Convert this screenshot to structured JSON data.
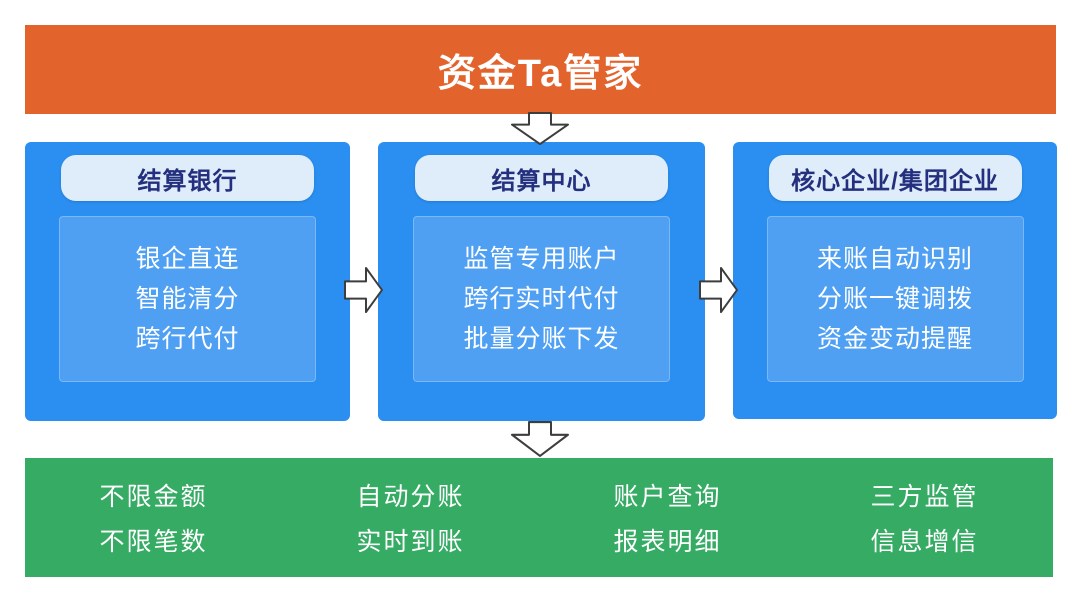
{
  "header": {
    "title": "资金Ta管家"
  },
  "flow": {
    "boxes": [
      {
        "name": "结算银行",
        "items": [
          "银企直连",
          "智能清分",
          "跨行代付"
        ]
      },
      {
        "name": "结算中心",
        "items": [
          "监管专用账户",
          "跨行实时代付",
          "批量分账下发"
        ]
      },
      {
        "name": "核心企业/集团企业",
        "items": [
          "来账自动识别",
          "分账一键调拨",
          "资金变动提醒"
        ]
      }
    ]
  },
  "footer": {
    "features": [
      {
        "top": "不限金额",
        "bottom": "不限笔数"
      },
      {
        "top": "自动分账",
        "bottom": "实时到账"
      },
      {
        "top": "账户查询",
        "bottom": "报表明细"
      },
      {
        "top": "三方监管",
        "bottom": "信息增信"
      }
    ]
  },
  "colors": {
    "header_bg": "#E3632C",
    "box_bg": "#2A8FF0",
    "panel_bg": "#4FA0F3",
    "pill_bg": "#DFEDFB",
    "pill_text": "#24307E",
    "footer_bg": "#35AB64",
    "arrow_fill": "#FFFFFF",
    "arrow_stroke": "#3D3D3D"
  }
}
